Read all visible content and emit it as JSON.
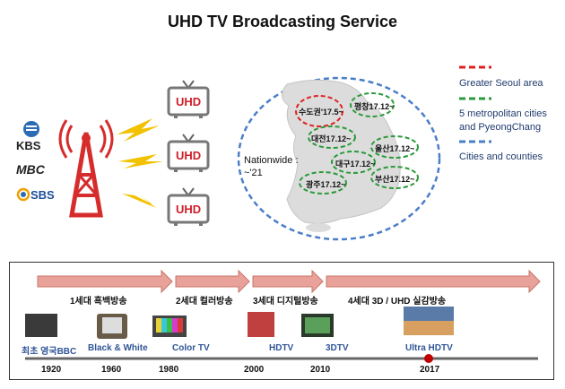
{
  "title": "UHD TV Broadcasting Service",
  "broadcasters": [
    "KBS",
    "MBC",
    "SBS"
  ],
  "tv_label": "UHD",
  "nationwide": "Nationwide :\n~'21",
  "map_regions": [
    {
      "label": "수도권'17.5~",
      "group": "seoul"
    },
    {
      "label": "평창17.12~",
      "group": "metro"
    },
    {
      "label": "대전17.12~",
      "group": "metro"
    },
    {
      "label": "울산17.12~",
      "group": "metro"
    },
    {
      "label": "대구17.12~",
      "group": "metro"
    },
    {
      "label": "부산17.12~",
      "group": "metro"
    },
    {
      "label": "광주17.12~",
      "group": "metro"
    }
  ],
  "legend": [
    {
      "text": "Greater Seoul area",
      "color": "#e02020"
    },
    {
      "text": "5 metropolitan cities and PyeongChang",
      "color": "#2a9a3a"
    },
    {
      "text": "Cities and counties",
      "color": "#4a7ec8"
    }
  ],
  "eras": [
    {
      "label": "1세대 흑백방송"
    },
    {
      "label": "2세대 컬러방송"
    },
    {
      "label": "3세대 디지털방송"
    },
    {
      "label": "4세대 3D / UHD 실감방송"
    }
  ],
  "timeline_items": [
    {
      "label": "최초 영국BBC"
    },
    {
      "label": "Black & White"
    },
    {
      "label": "Color TV"
    },
    {
      "label": "HDTV"
    },
    {
      "label": "3DTV"
    },
    {
      "label": "Ultra HDTV"
    }
  ],
  "years": [
    "1920",
    "1960",
    "1980",
    "2000",
    "2010",
    "2017"
  ],
  "highlight_year": "2017",
  "colors": {
    "arrow": "#e8a29a",
    "tower": "#d62c2c",
    "signal": "#f2c200",
    "timeline": "#666666"
  }
}
